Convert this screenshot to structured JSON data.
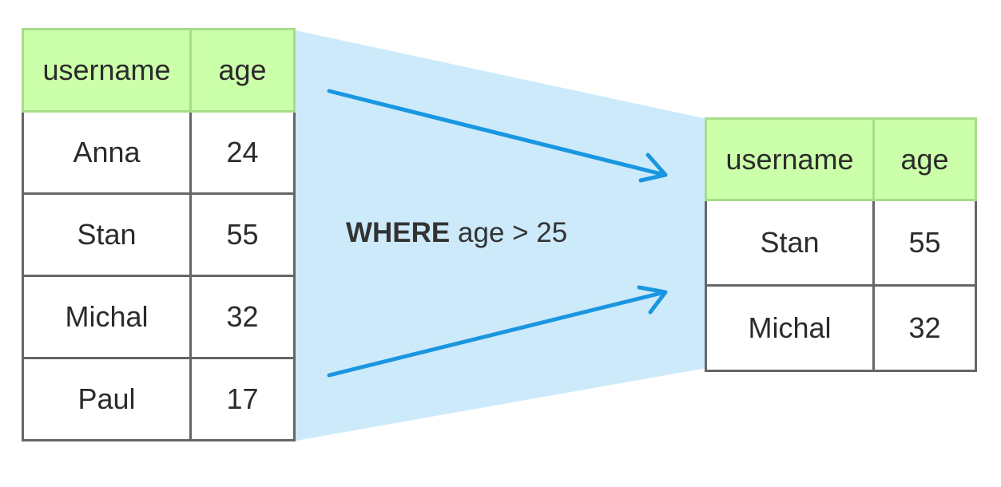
{
  "colors": {
    "funnel": "#cdeafb",
    "arrow": "#1a96e0",
    "header_bg": "#ccffaa",
    "header_border": "#a7dd8a",
    "cell_border": "#666666",
    "text": "#2b2b2b"
  },
  "source_table": {
    "headers": [
      "username",
      "age"
    ],
    "rows": [
      [
        "Anna",
        "24"
      ],
      [
        "Stan",
        "55"
      ],
      [
        "Michal",
        "32"
      ],
      [
        "Paul",
        "17"
      ]
    ]
  },
  "filter": {
    "keyword": "WHERE",
    "condition": "age > 25"
  },
  "result_table": {
    "headers": [
      "username",
      "age"
    ],
    "rows": [
      [
        "Stan",
        "55"
      ],
      [
        "Michal",
        "32"
      ]
    ]
  },
  "icons": [
    "arrow-right-icon"
  ]
}
